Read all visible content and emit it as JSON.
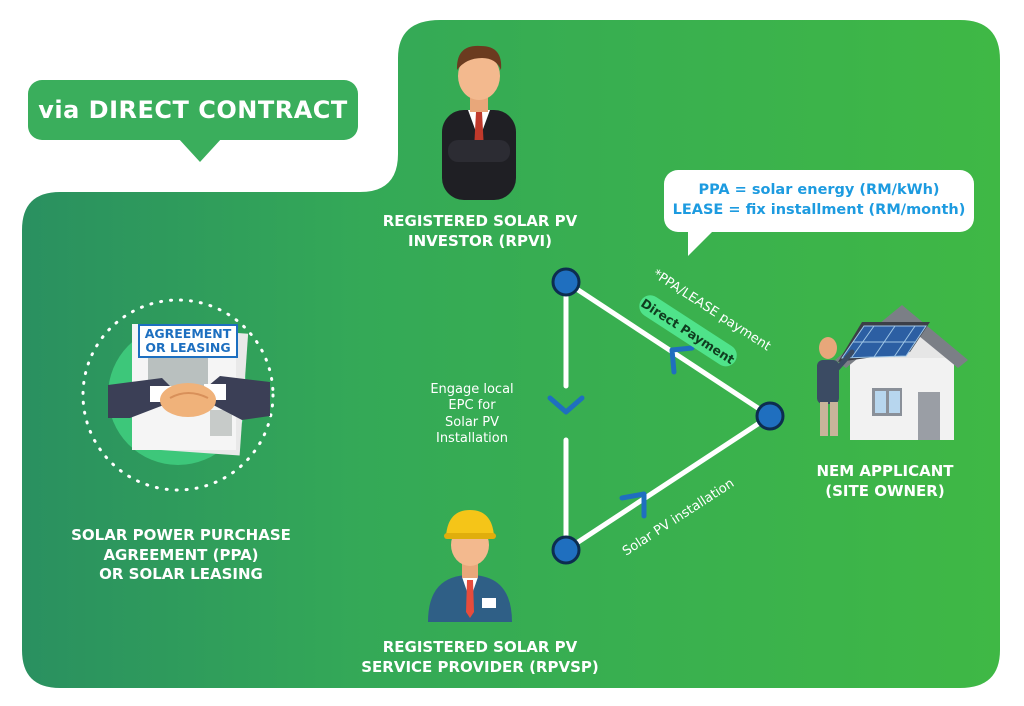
{
  "header": {
    "title": "via DIRECT CONTRACT"
  },
  "bubble": {
    "line1": "PPA = solar energy (RM/kWh)",
    "line2": "LEASE = fix installment (RM/month)"
  },
  "document_card": {
    "line1": "AGREEMENT",
    "line2": "OR LEASING"
  },
  "agreement_label": {
    "line1": "SOLAR POWER PURCHASE",
    "line2": "AGREEMENT (PPA)",
    "line3": "OR SOLAR LEASING"
  },
  "investor": {
    "line1": "REGISTERED SOLAR PV",
    "line2": "INVESTOR (RPVI)"
  },
  "provider": {
    "line1": "REGISTERED SOLAR PV",
    "line2": "SERVICE PROVIDER (RPVSP)"
  },
  "applicant": {
    "line1": "NEM APPLICANT",
    "line2": "(SITE OWNER)"
  },
  "edges": {
    "engage": [
      "Engage local",
      "EPC for",
      "Solar PV",
      "Installation"
    ],
    "payment": "*PPA/LEASE payment",
    "direct_payment": "Direct Payment",
    "installation": "Solar PV installation"
  },
  "colors": {
    "panel_light": "#3cb44d",
    "panel_dark": "#2e9a56",
    "node_fill": "#1f6fbf",
    "accent_blue": "#1d9be0",
    "tag_green": "#3aae5c"
  }
}
